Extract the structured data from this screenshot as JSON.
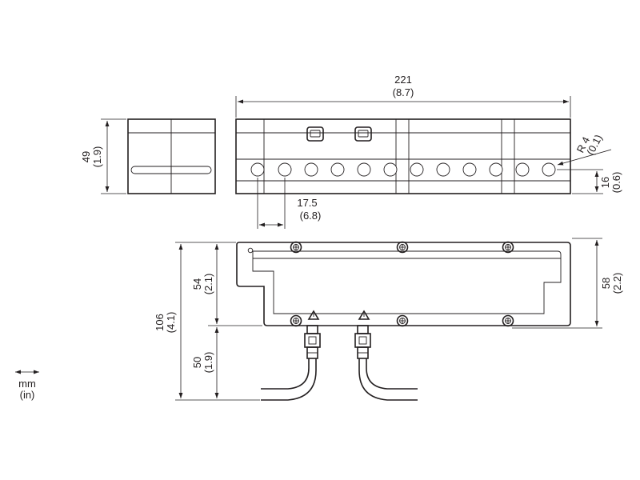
{
  "dimensions": {
    "length": {
      "mm": "221",
      "in": "(8.7)"
    },
    "height": {
      "mm": "49",
      "in": "(1.9)"
    },
    "pitch": {
      "mm": "17.5",
      "in": "(6.8)"
    },
    "radius": {
      "mm": "R 4",
      "in": "(0.1)"
    },
    "hole_offset": {
      "mm": "16",
      "in": "(0.6)"
    },
    "total_depth": {
      "mm": "106",
      "in": "(4.1)"
    },
    "body_depth": {
      "mm": "54",
      "in": "(2.1)"
    },
    "cable_length": {
      "mm": "50",
      "in": "(1.9)"
    },
    "flange_depth": {
      "mm": "58",
      "in": "(2.2)"
    }
  },
  "units_legend": {
    "mm": "mm",
    "in": "(in)"
  },
  "colors": {
    "line": "#231f20",
    "background": "#ffffff"
  }
}
